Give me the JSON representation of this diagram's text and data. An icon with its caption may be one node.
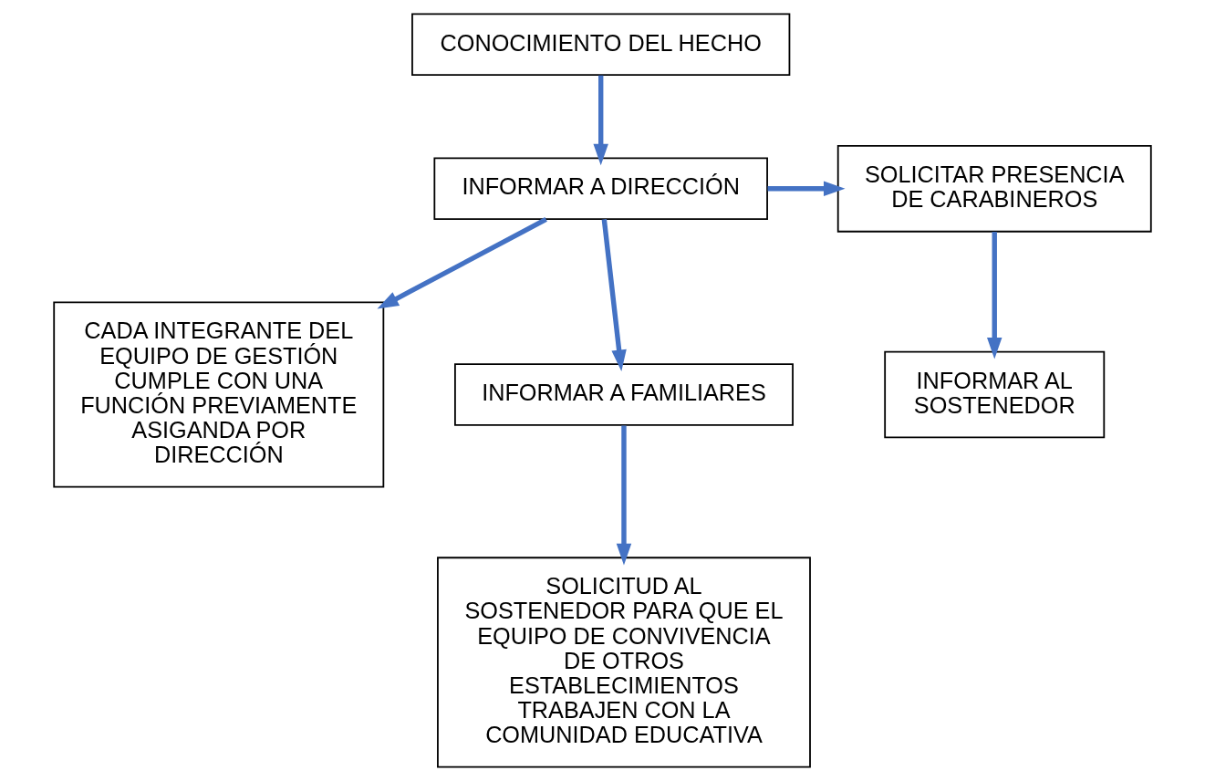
{
  "diagram": {
    "nodes": [
      {
        "text": [
          "CONOCIMIENTO DEL HECHO"
        ]
      },
      {
        "text": [
          "INFORMAR A DIRECCIÓN"
        ]
      },
      {
        "text": [
          "SOLICITAR PRESENCIA DE CARABINEROS"
        ]
      },
      {
        "text": [
          "CADA INTEGRANTE DEL EQUIPO DE GESTIÓN CUMPLE CON UNA FUNCIÓN PREVIAMENTE ASIGANDA POR DIRECCIÓN"
        ]
      },
      {
        "text": [
          "INFORMAR A FAMILIARES"
        ]
      },
      {
        "text": [
          "INFORMAR AL SOSTENEDOR"
        ]
      },
      {
        "text": [
          "SOLICITUD AL SOSTENEDOR PARA QUE EL EQUIPO DE CONVIVENCIA DE OTROS ESTABLECIMIENTOS TRABAJEN CON LA COMUNIDAD EDUCATIVA"
        ]
      }
    ],
    "edges": [
      {
        "from": 0,
        "to": 1,
        "arrow": "to"
      },
      {
        "from": 1,
        "to": 2,
        "arrow": "to"
      },
      {
        "from": 1,
        "to": 3,
        "arrow": "to"
      },
      {
        "from": 1,
        "to": 4,
        "arrow": "to"
      },
      {
        "from": 2,
        "to": 5,
        "arrow": "to"
      },
      {
        "from": 4,
        "to": 6,
        "arrow": "to"
      }
    ]
  }
}
